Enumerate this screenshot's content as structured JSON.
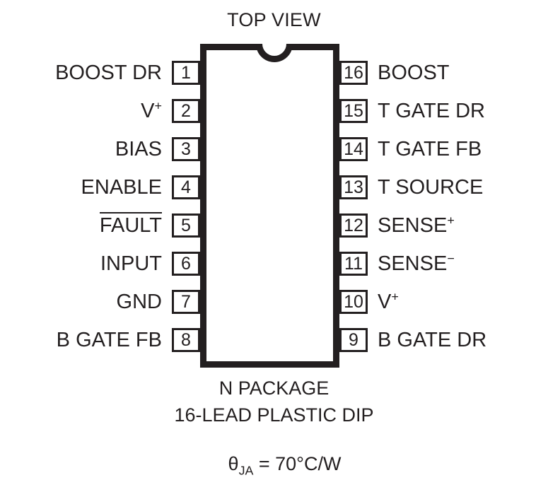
{
  "title": "TOP VIEW",
  "package": {
    "name": "N PACKAGE",
    "description": "16-LEAD PLASTIC DIP",
    "thermal_symbol": "θ",
    "thermal_subscript": "JA",
    "thermal_value": " = 70°C/W"
  },
  "colors": {
    "outline": "#231f20",
    "background": "#ffffff",
    "text": "#231f20"
  },
  "pins": {
    "left": [
      {
        "number": "1",
        "label": "BOOST DR",
        "style": "plain"
      },
      {
        "number": "2",
        "label": "V",
        "sup": "+",
        "style": "superscript"
      },
      {
        "number": "3",
        "label": "BIAS",
        "style": "plain"
      },
      {
        "number": "4",
        "label": "ENABLE",
        "style": "plain"
      },
      {
        "number": "5",
        "label": "FAULT",
        "style": "overline"
      },
      {
        "number": "6",
        "label": "INPUT",
        "style": "plain"
      },
      {
        "number": "7",
        "label": "GND",
        "style": "plain"
      },
      {
        "number": "8",
        "label": "B GATE FB",
        "style": "plain"
      }
    ],
    "right": [
      {
        "number": "16",
        "label": "BOOST",
        "style": "plain"
      },
      {
        "number": "15",
        "label": "T GATE DR",
        "style": "plain"
      },
      {
        "number": "14",
        "label": "T GATE FB",
        "style": "plain"
      },
      {
        "number": "13",
        "label": "T SOURCE",
        "style": "plain"
      },
      {
        "number": "12",
        "label": "SENSE",
        "sup": "+",
        "style": "superscript"
      },
      {
        "number": "11",
        "label": "SENSE",
        "sup": "−",
        "style": "superscript"
      },
      {
        "number": "10",
        "label": "V",
        "sup": "+",
        "style": "superscript"
      },
      {
        "number": "9",
        "label": "B GATE DR",
        "style": "plain"
      }
    ]
  }
}
